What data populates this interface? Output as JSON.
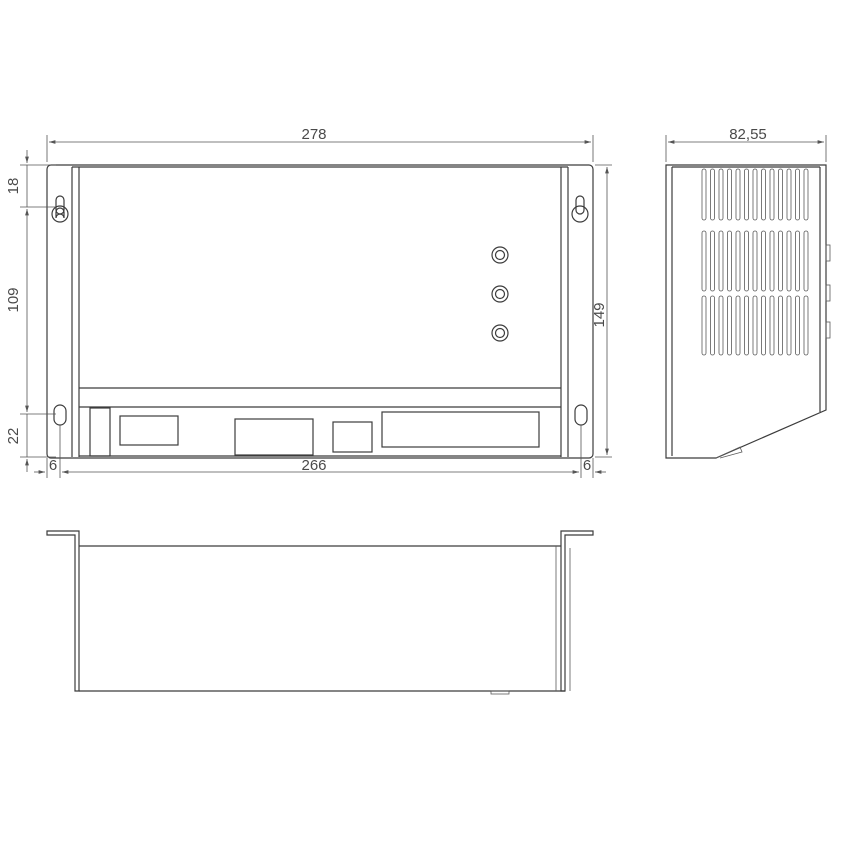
{
  "colors": {
    "line": "#3c3c3c",
    "background": "#ffffff",
    "dimension": "#555555"
  },
  "dimensions": {
    "overall_width": "278",
    "depth": "82,55",
    "top_offset": "18",
    "hole_spacing": "109",
    "bottom_offset": "22",
    "overall_height": "149",
    "hole_span": "266",
    "left_margin": "6",
    "right_margin": "6"
  }
}
